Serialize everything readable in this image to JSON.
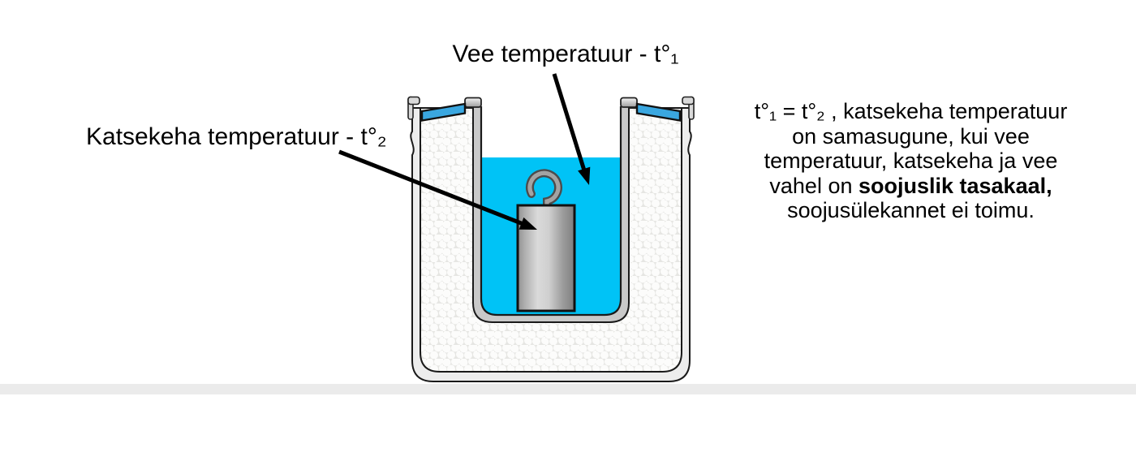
{
  "diagram": {
    "water_label": "Vee temperatuur - t°₁",
    "body_label": "Katsekeha temperatuur - t°₂"
  },
  "caption": {
    "line1": "t°₁ = t°₂ , katsekeha temperatuur",
    "line2": "on samasugune, kui vee",
    "line3": "temperatuur, katsekeha ja vee",
    "line4_normal": "vahel on ",
    "line4_bold": "soojuslik tasakaal,",
    "line5": "soojusülekannet ei toimu."
  },
  "colors": {
    "water": "#00c3f6",
    "lid": "#3aa7e0",
    "floor": "#ebebeb",
    "outer_wall": "#ededed",
    "vessel_wall": "#c9c9c9",
    "arrow": "#000000"
  }
}
